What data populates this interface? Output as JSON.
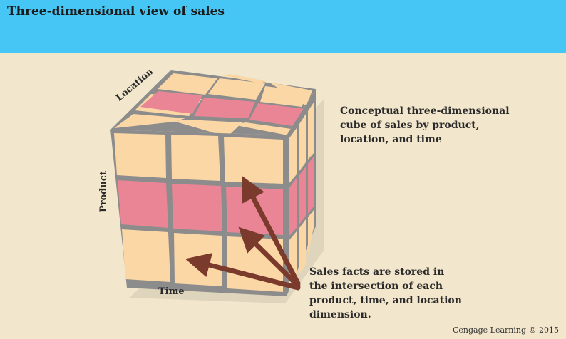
{
  "header": {
    "title": "Three-dimensional view of sales"
  },
  "cube": {
    "axes": {
      "location": "Location",
      "product": "Product",
      "time": "Time"
    },
    "colors": {
      "cell": "#fbd7a5",
      "highlight": "#ea8596",
      "frame": "#8a8a8a",
      "arrow": "#7a3a2c"
    }
  },
  "callouts": {
    "concept": [
      "Conceptual three-dimensional",
      "cube of sales by product,",
      "location, and time"
    ],
    "facts": [
      "Sales facts are stored in",
      "the intersection of each",
      "product, time, and location",
      "dimension."
    ]
  },
  "credit": "Cengage Learning © 2015"
}
